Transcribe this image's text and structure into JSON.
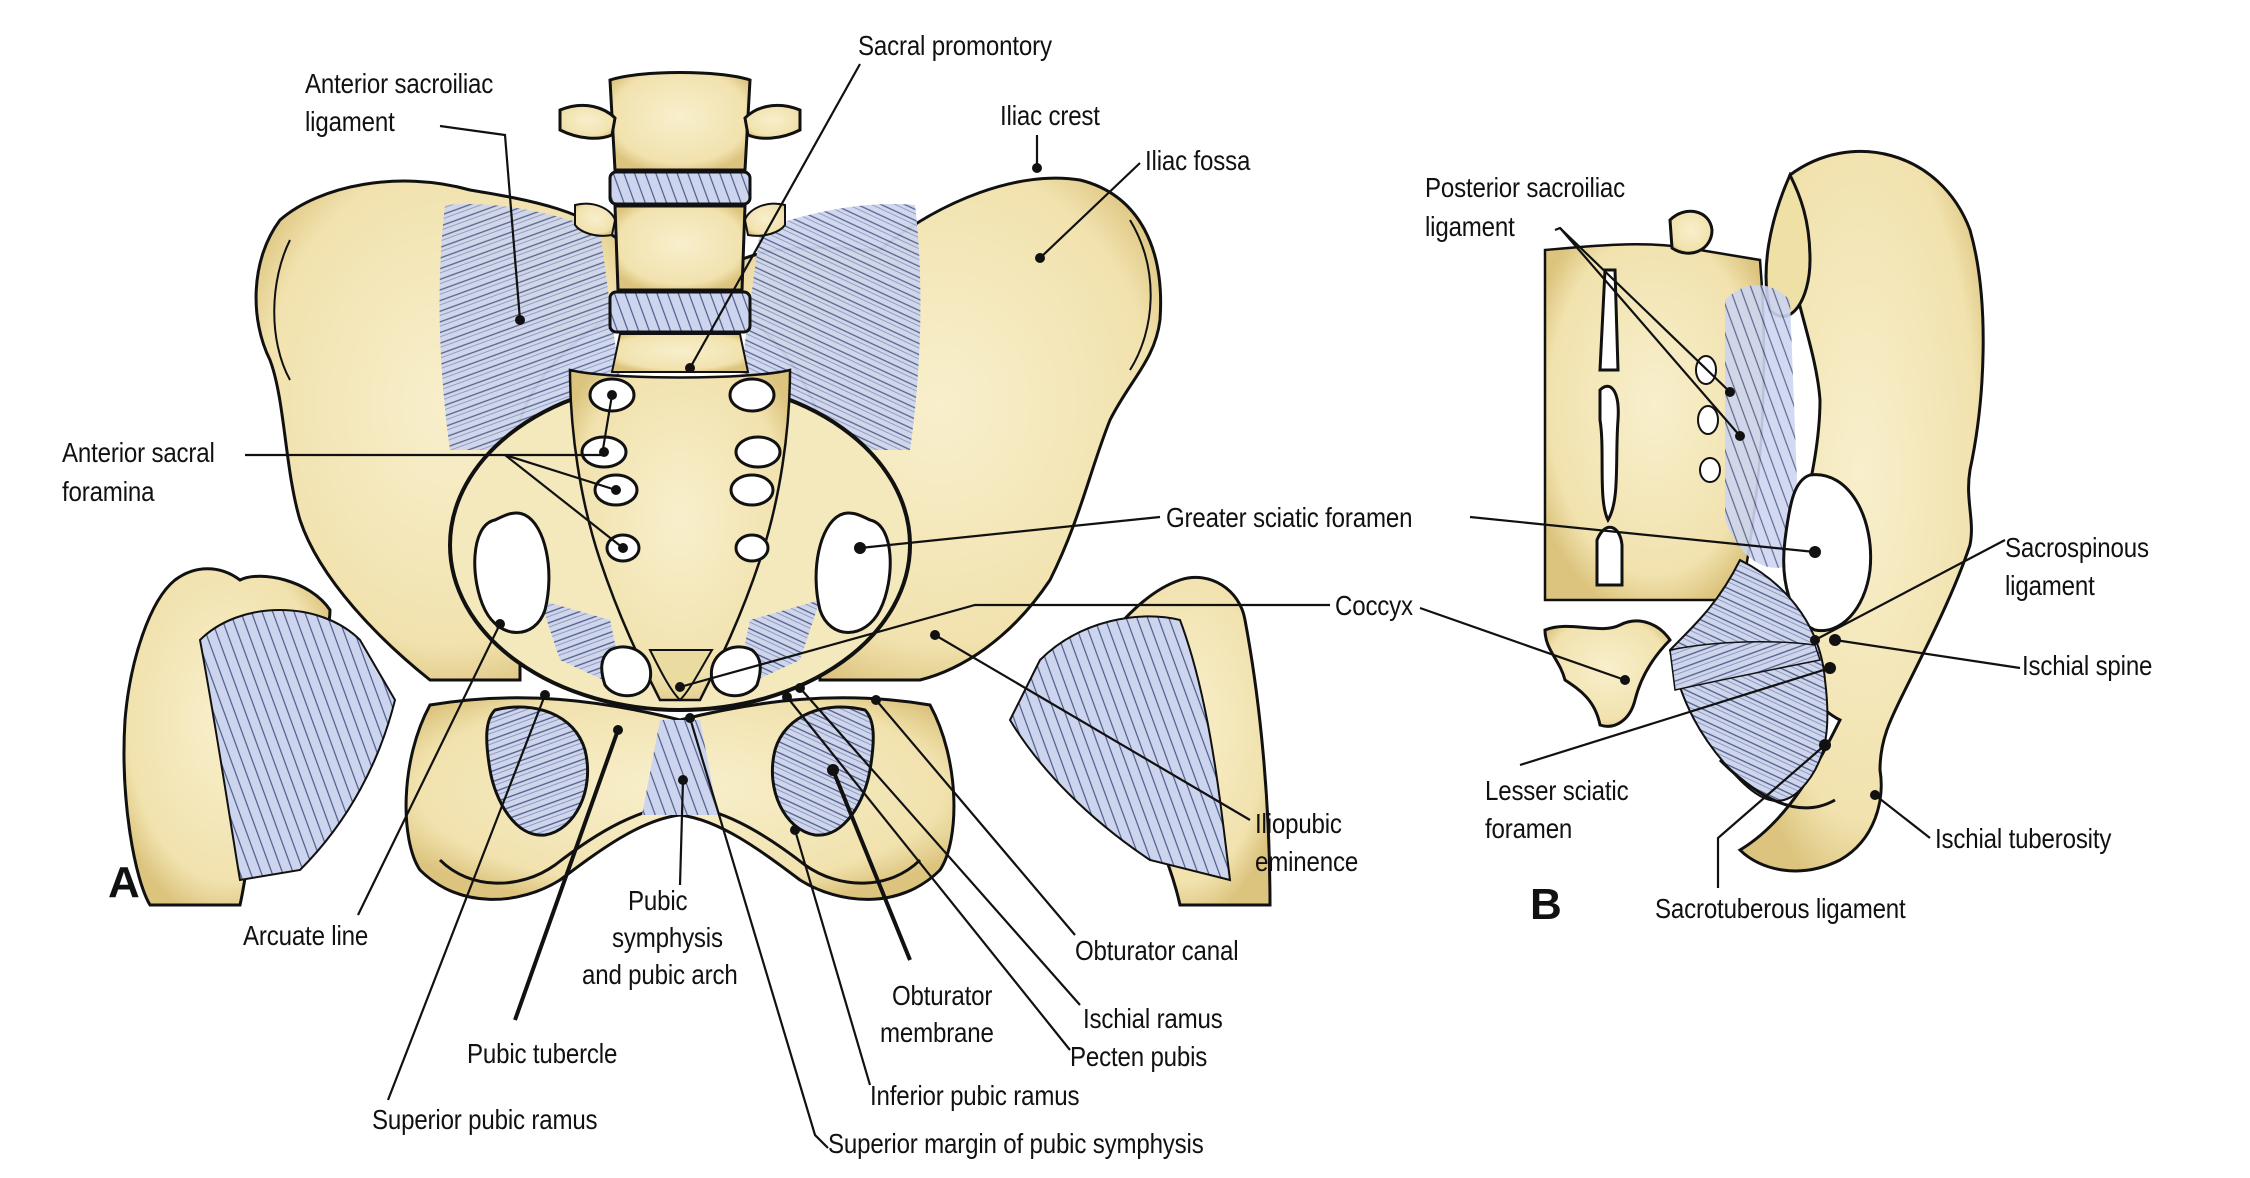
{
  "figure": {
    "panels": [
      {
        "id": "A",
        "letter": "A",
        "view": "anterior view of pelvis"
      },
      {
        "id": "B",
        "letter": "B",
        "view": "posterior-lateral view of hemipelvis"
      }
    ],
    "colors": {
      "bone": "#f3e6b6",
      "bone_shadow": "#d9c27a",
      "ligament": "#c4cde6",
      "ligament_stroke": "#5b6a9a",
      "outline": "#111111",
      "leader": "#111111",
      "background": "#ffffff"
    },
    "labels_A": {
      "anterior_sacroiliac_ligament": [
        "Anterior sacroiliac",
        "ligament"
      ],
      "sacral_promontory": "Sacral promontory",
      "iliac_crest": "Iliac crest",
      "iliac_fossa": "Iliac fossa",
      "anterior_sacral_foramina": [
        "Anterior sacral",
        "foramina"
      ],
      "greater_sciatic_foramen": "Greater sciatic foramen",
      "coccyx": "Coccyx",
      "iliopubic_eminence": [
        "Iliopubic",
        "eminence"
      ],
      "arcuate_line": "Arcuate line",
      "pubic_symphysis_and_arch": [
        "Pubic",
        "symphysis",
        "and pubic arch"
      ],
      "obturator_canal": "Obturator canal",
      "obturator_membrane": [
        "Obturator",
        "membrane"
      ],
      "ischial_ramus": "Ischial ramus",
      "pecten_pubis": "Pecten pubis",
      "pubic_tubercle": "Pubic tubercle",
      "inferior_pubic_ramus": "Inferior pubic ramus",
      "superior_pubic_ramus": "Superior pubic ramus",
      "superior_margin_pubic_symphysis": "Superior margin of pubic symphysis"
    },
    "labels_B": {
      "posterior_sacroiliac_ligament": [
        "Posterior sacroiliac",
        "ligament"
      ],
      "sacrospinous_ligament": [
        "Sacrospinous",
        "ligament"
      ],
      "ischial_spine": "Ischial spine",
      "lesser_sciatic_foramen": [
        "Lesser sciatic",
        "foramen"
      ],
      "ischial_tuberosity": "Ischial tuberosity",
      "sacrotuberous_ligament": "Sacrotuberous ligament"
    }
  }
}
